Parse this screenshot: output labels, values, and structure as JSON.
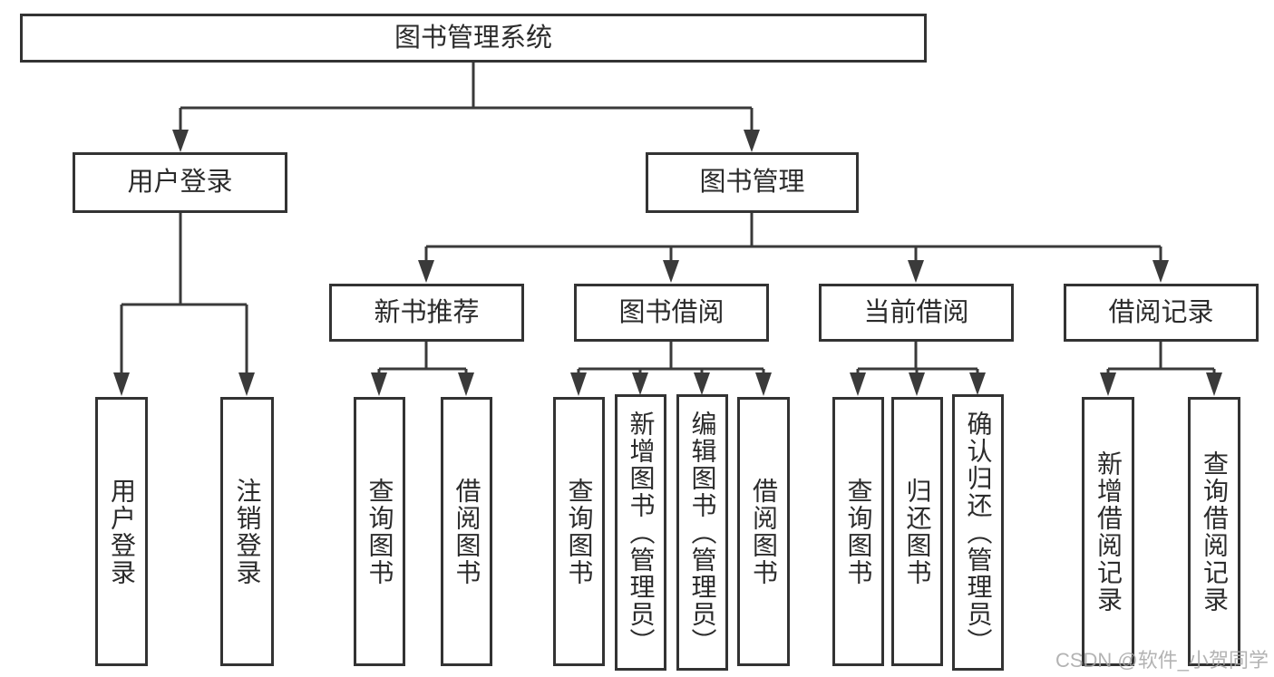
{
  "diagram": {
    "root": {
      "label": "图书管理系统"
    },
    "children": [
      {
        "label": "用户登录",
        "children": [
          {
            "label": "用户登录"
          },
          {
            "label": "注销登录"
          }
        ]
      },
      {
        "label": "图书管理",
        "children": [
          {
            "label": "新书推荐",
            "children": [
              {
                "label": "查询图书"
              },
              {
                "label": "借阅图书"
              }
            ]
          },
          {
            "label": "图书借阅",
            "children": [
              {
                "label": "查询图书"
              },
              {
                "label": "新增图书（管理员）"
              },
              {
                "label": "编辑图书（管理员）"
              },
              {
                "label": "借阅图书"
              }
            ]
          },
          {
            "label": "当前借阅",
            "children": [
              {
                "label": "查询图书"
              },
              {
                "label": "归还图书"
              },
              {
                "label": "确认归还（管理员）"
              }
            ]
          },
          {
            "label": "借阅记录",
            "children": [
              {
                "label": "新增借阅记录"
              },
              {
                "label": "查询借阅记录"
              }
            ]
          }
        ]
      }
    ]
  },
  "watermark": {
    "text": "CSDN @软件_小贺同学"
  },
  "colors": {
    "line": "#3a3a3a",
    "box_border": "#333333",
    "text": "#2b2b2b",
    "watermark": "#a6a6a6",
    "background": "#ffffff"
  }
}
